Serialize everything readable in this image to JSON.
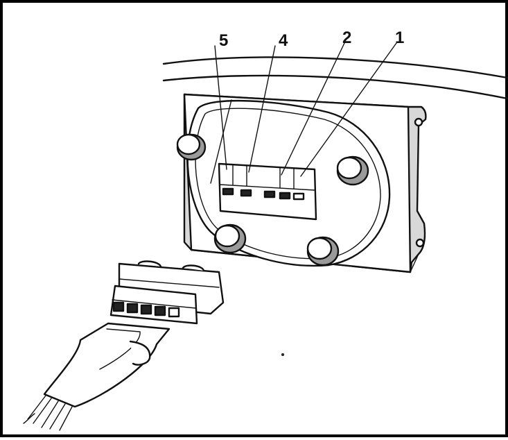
{
  "pin_labels": [
    "5",
    "4",
    "2",
    "1"
  ]
}
